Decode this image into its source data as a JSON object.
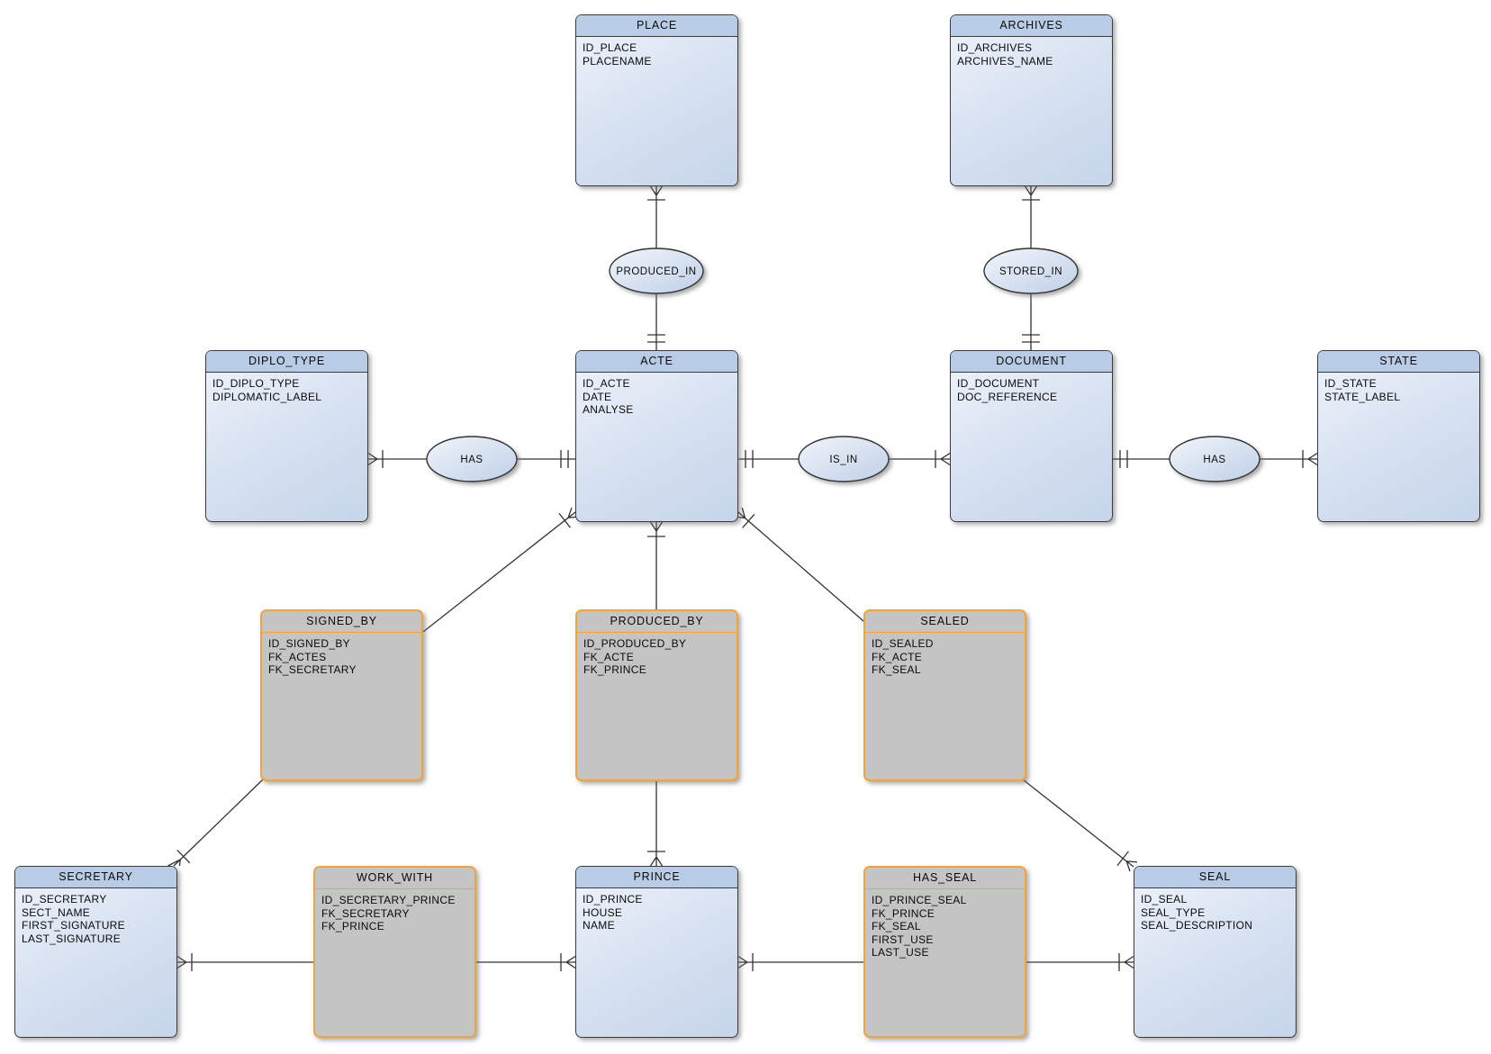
{
  "entities": [
    {
      "name": "PLACE",
      "fields": [
        "ID_PLACE",
        "PLACENAME"
      ]
    },
    {
      "name": "ARCHIVES",
      "fields": [
        "ID_ARCHIVES",
        "ARCHIVES_NAME"
      ]
    },
    {
      "name": "DIPLO_TYPE",
      "fields": [
        "ID_DIPLO_TYPE",
        "DIPLOMATIC_LABEL"
      ]
    },
    {
      "name": "ACTE",
      "fields": [
        "ID_ACTE",
        "DATE",
        "ANALYSE"
      ]
    },
    {
      "name": "DOCUMENT",
      "fields": [
        "ID_DOCUMENT",
        "DOC_REFERENCE"
      ]
    },
    {
      "name": "STATE",
      "fields": [
        "ID_STATE",
        "STATE_LABEL"
      ]
    },
    {
      "name": "SIGNED_BY",
      "fields": [
        "ID_SIGNED_BY",
        "FK_ACTES",
        "FK_SECRETARY"
      ]
    },
    {
      "name": "PRODUCED_BY",
      "fields": [
        "ID_PRODUCED_BY",
        "FK_ACTE",
        "FK_PRINCE"
      ]
    },
    {
      "name": "SEALED",
      "fields": [
        "ID_SEALED",
        "FK_ACTE",
        "FK_SEAL"
      ]
    },
    {
      "name": "SECRETARY",
      "fields": [
        "ID_SECRETARY",
        "SECT_NAME",
        "FIRST_SIGNATURE",
        "LAST_SIGNATURE"
      ]
    },
    {
      "name": "WORK_WITH",
      "fields": [
        "ID_SECRETARY_PRINCE",
        "FK_SECRETARY",
        "FK_PRINCE"
      ]
    },
    {
      "name": "PRINCE",
      "fields": [
        "ID_PRINCE",
        "HOUSE",
        "NAME"
      ]
    },
    {
      "name": "HAS_SEAL",
      "fields": [
        "ID_PRINCE_SEAL",
        "FK_PRINCE",
        "FK_SEAL",
        "FIRST_USE",
        "LAST_USE"
      ]
    },
    {
      "name": "SEAL",
      "fields": [
        "ID_SEAL",
        "SEAL_TYPE",
        "SEAL_DESCRIPTION"
      ]
    }
  ],
  "relationships": [
    {
      "label": "PRODUCED_IN"
    },
    {
      "label": "STORED_IN"
    },
    {
      "label": "HAS"
    },
    {
      "label": "IS_IN"
    },
    {
      "label": "HAS"
    }
  ],
  "colors": {
    "entity-header": "#b9cce5",
    "entity-border": "#3b3b3b",
    "assoc-fill": "#c4c4c4",
    "assoc-border": "#f2a33c",
    "line-color": "#333333"
  }
}
